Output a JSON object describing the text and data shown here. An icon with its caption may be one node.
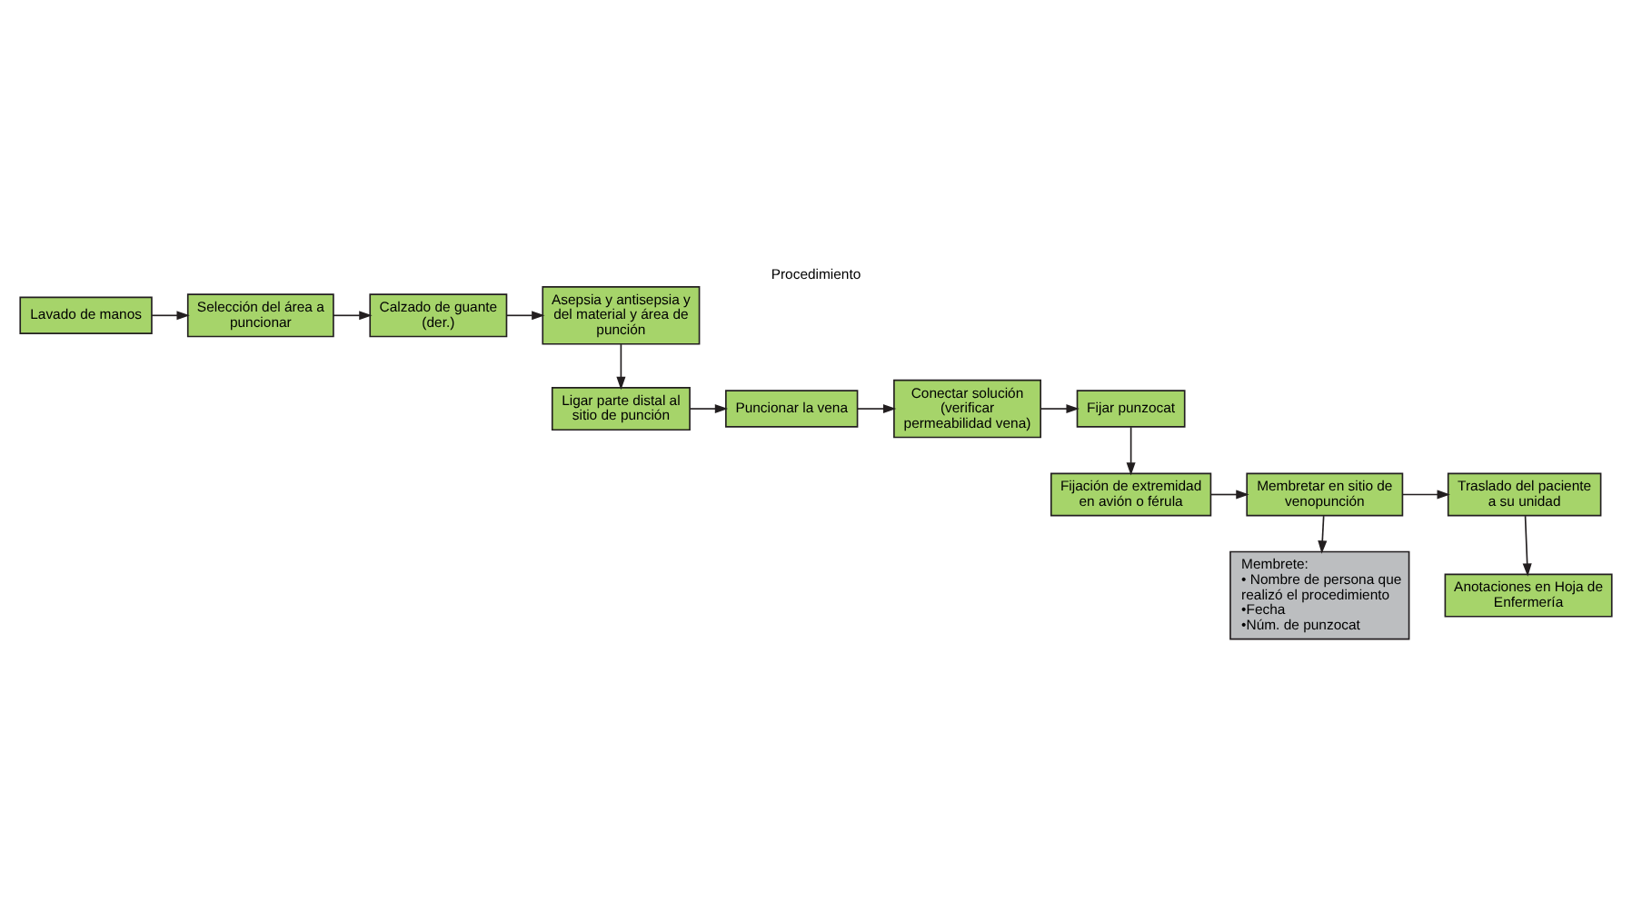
{
  "diagram": {
    "title": "Procedimiento",
    "nodes": [
      {
        "text": [
          "Lavado de manos"
        ]
      },
      {
        "text": [
          "Selección del área a puncionar"
        ]
      },
      {
        "text": [
          "Calzado de guante (der.)"
        ]
      },
      {
        "text": [
          "Asepsia y antisepsia y del material y área de punción"
        ]
      },
      {
        "text": [
          "Ligar parte distal al sitio de punción"
        ]
      },
      {
        "text": [
          "Puncionar la vena"
        ]
      },
      {
        "text": [
          "Conectar solución (verificar permeabilidad vena)"
        ]
      },
      {
        "text": [
          "Fijar punzocat"
        ]
      },
      {
        "text": [
          "Fijación de extremidad en avión o férula"
        ]
      },
      {
        "text": [
          "Membretar en sitio de venopunción"
        ]
      },
      {
        "text": [
          "Traslado del paciente a su unidad"
        ]
      },
      {
        "text": [
          "Membrete:",
          "• Nombre de persona que realizó el procedimiento",
          "•Fecha",
          "•Núm. de punzocat"
        ]
      },
      {
        "text": [
          "Anotaciones en Hoja de Enfermería"
        ]
      }
    ],
    "edges": [
      {
        "from": 0,
        "to": 1,
        "arrow": "to"
      },
      {
        "from": 1,
        "to": 2,
        "arrow": "to"
      },
      {
        "from": 2,
        "to": 3,
        "arrow": "to"
      },
      {
        "from": 3,
        "to": 4,
        "arrow": "to"
      },
      {
        "from": 4,
        "to": 5,
        "arrow": "to"
      },
      {
        "from": 5,
        "to": 6,
        "arrow": "to"
      },
      {
        "from": 6,
        "to": 7,
        "arrow": "to"
      },
      {
        "from": 7,
        "to": 8,
        "arrow": "to"
      },
      {
        "from": 8,
        "to": 9,
        "arrow": "to"
      },
      {
        "from": 9,
        "to": 10,
        "arrow": "to"
      },
      {
        "from": 9,
        "to": 11,
        "arrow": "to"
      },
      {
        "from": 10,
        "to": 12,
        "arrow": "to"
      }
    ]
  }
}
